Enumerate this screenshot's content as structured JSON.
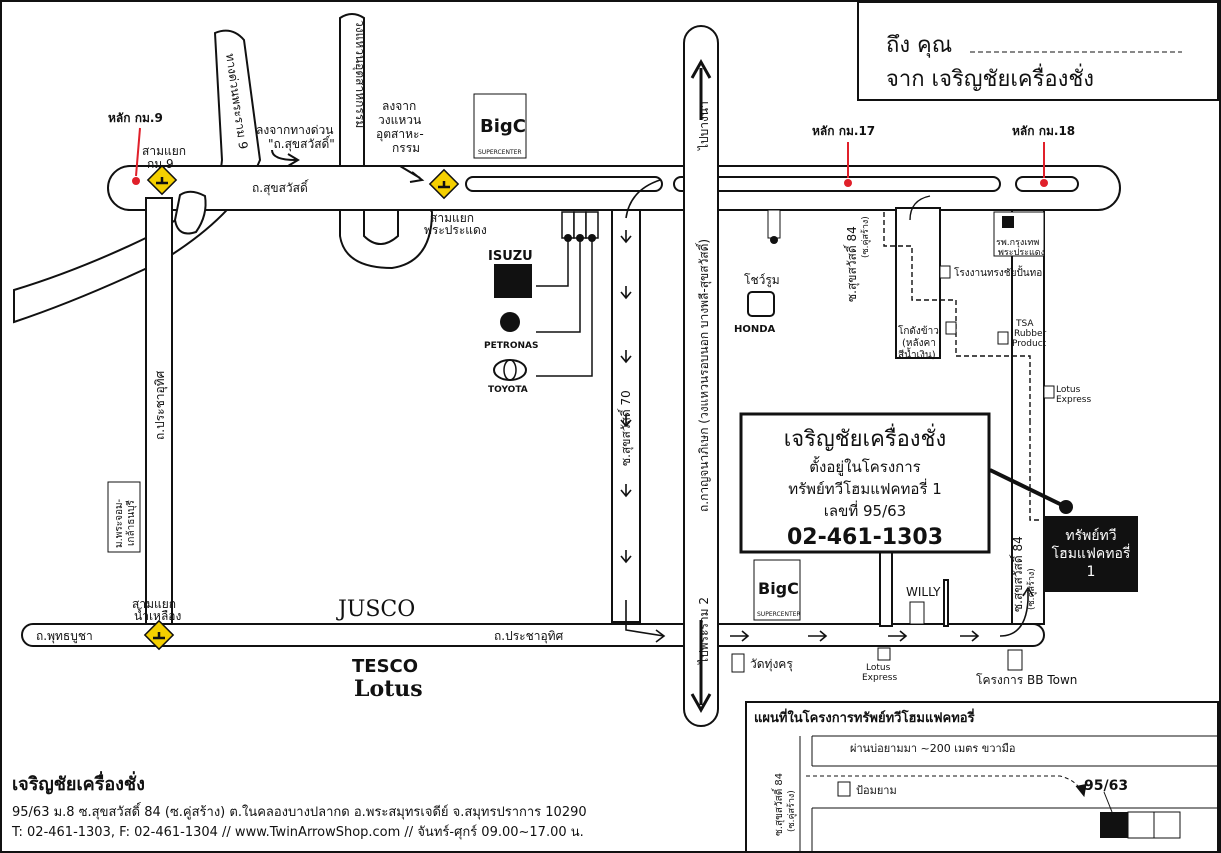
{
  "greeting": {
    "to_label": "ถึง คุณ",
    "from_label": "จาก เจริญชัยเครื่องชั่ง"
  },
  "km_markers": {
    "km9": "หลัก กม.9",
    "km17": "หลัก กม.17",
    "km18": "หลัก กม.18"
  },
  "intersections": {
    "km9_top": "สามแยก",
    "km9_bottom": "กม.9",
    "phraprasaeng_top": "สามแยก",
    "phraprasaeng_bottom": "พระประแดง",
    "namlueang_top": "สามแยก",
    "namlueang_bottom": "น้ำเหลือง"
  },
  "roads": {
    "sukhumvit": "ถ.สุขสวัสดิ์",
    "pracha_uthit_vertical": "ถ.ประชาอุทิศ",
    "pracha_uthit_bottom": "ถ.ประชาอุทิศ",
    "phutthabucha": "ถ.พุทธบูชา",
    "expressway_9": "ทางด่วนพระราม 9",
    "ring_industrial": "วงแหวนอุตสาหกรรม",
    "kanchanaphisek": "ถ.กาญจนาภิเษก (วงแหวนรอบนอก บางพลี-สุขสวัสดิ์)",
    "to_bangna": "ไปบางนา",
    "to_rama2": "ไปพระราม 2",
    "soi70": "ซ.สุขสวัสดิ์ 70",
    "soi84_top": "ซ.สุขสวัสดิ์ 84",
    "soi84_top_alt": "(ซ.คู่สร้าง)",
    "soi84_bottom": "ซ.สุขสวัสดิ์ 84",
    "soi84_bottom_alt": "(ซ.คู่สร้าง)"
  },
  "notes": {
    "exit_expressway_1": "ลงจากทางด่วน",
    "exit_expressway_2": "\"ถ.สุขสวัสดิ์\"",
    "exit_ring_1": "ลงจาก",
    "exit_ring_2": "วงแหวน",
    "exit_ring_3": "อุตสาหะ-",
    "exit_ring_4": "กรรม"
  },
  "landmarks": {
    "bigc_top": "SUPERCENTER",
    "bigc_bottom": "SUPERCENTER",
    "bigc_logo": "BigC",
    "isuzu": "ISUZU",
    "petronas": "PETRONAS",
    "toyota": "TOYOTA",
    "showroom": "โชว์รูม",
    "honda": "HONDA",
    "hospital_1": "รพ.กรุงเทพ",
    "hospital_2": "พระประแดง",
    "factory": "โรงงานทรงชัยปั้นทอ",
    "warehouse_1": "โกดังข้าว",
    "warehouse_2": "(หลังคา",
    "warehouse_3": "สีน้ำเงิน)",
    "tsa_1": "TSA",
    "tsa_2": "Rubber",
    "tsa_3": "Product",
    "lotus_express_right_1": "Lotus",
    "lotus_express_right_2": "Express",
    "lotus_express_bottom_1": "Lotus",
    "lotus_express_bottom_2": "Express",
    "willy": "WILLY",
    "wat": "วัดทุ่งครุ",
    "bb_town": "โครงการ BB Town",
    "jusco": "JUSCO",
    "tesco": "TESCO",
    "lotus": "Lotus",
    "village_1": "ม.พระจอม-",
    "village_2": "เกล้าธนบุรี"
  },
  "callout": {
    "name": "เจริญชัยเครื่องชั่ง",
    "line1": "ตั้งอยู่ในโครงการ",
    "line2": "ทรัพย์ทวีโฮมแฟคทอรี่ 1",
    "line3": "เลขที่ 95/63",
    "phone": "02-461-1303"
  },
  "destination": {
    "line1": "ทรัพย์ทวี",
    "line2": "โฮมแฟคทอรี่",
    "line3": "1"
  },
  "inset": {
    "title": "แผนที่ในโครงการทรัพย์ทวีโฮมแฟคทอรี่",
    "note": "ผ่านบ่อยามมา ~200 เมตร ขวามือ",
    "soi_1": "ซ.สุขสวัสดิ์ 84",
    "soi_2": "(ซ.คู่สร้าง)",
    "guard": "ป้อมยาม",
    "number": "95/63"
  },
  "company": {
    "name": "เจริญชัยเครื่องชั่ง",
    "address": "95/63 ม.8 ซ.สุขสวัสดิ์ 84 (ซ.คู่สร้าง) ต.ในคลองบางปลากด อ.พระสมุทรเจดีย์ จ.สมุทรปราการ 10290",
    "contact": "T: 02-461-1303, F: 02-461-1304  // www.TwinArrowShop.com //  จันทร์-ศุกร์ 09.00~17.00 น."
  },
  "colors": {
    "km_marker": "#e0202a",
    "sign": "#f5d000",
    "ink": "#111111"
  }
}
